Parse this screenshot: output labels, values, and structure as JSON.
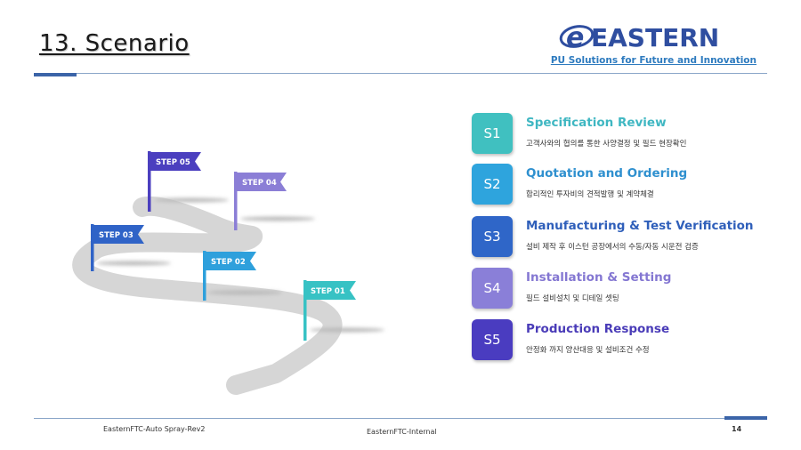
{
  "header": {
    "title": "13. Scenario",
    "brand_name": "EASTERN",
    "brand_mark": "e",
    "tagline": "PU Solutions for Future and Innovation"
  },
  "flags": [
    {
      "label": "STEP 05",
      "color": "#4b3fbf"
    },
    {
      "label": "STEP 04",
      "color": "#8b7ed6"
    },
    {
      "label": "STEP 03",
      "color": "#2f63c7"
    },
    {
      "label": "STEP 02",
      "color": "#2ea0dc"
    },
    {
      "label": "STEP 01",
      "color": "#37c2c4"
    }
  ],
  "steps": [
    {
      "code": "S1",
      "title": "Specification Review",
      "desc": "고객사와의 협의를 통한 사양결정 및 필드 현장확인",
      "color": "#40c0c0"
    },
    {
      "code": "S2",
      "title": "Quotation and Ordering",
      "desc": "합리적인 투자비의 견적발행 및 계약체결",
      "color": "#2ea4dd"
    },
    {
      "code": "S3",
      "title": "Manufacturing & Test Verification",
      "desc": "설비 제작 후 이스턴 공장에서의 수동/자동 시운전 검증",
      "color": "#2f66c8"
    },
    {
      "code": "S4",
      "title": "Installation & Setting",
      "desc": "필드 설비설치 및 디테일 셋팅",
      "color": "#8a7fd8"
    },
    {
      "code": "S5",
      "title": "Production Response",
      "desc": "안정화 까지 양산대응 및 설비조건 수정",
      "color": "#4a3cc0"
    }
  ],
  "footer": {
    "document": "EasternFTC-Auto Spray-Rev2",
    "classification": "EasternFTC-Internal",
    "page": "14"
  },
  "colors": {
    "brand": "#2f4ea0",
    "tagline": "#2e7bbf",
    "road": "#d6d6d6",
    "accent": "#3b64a8"
  }
}
